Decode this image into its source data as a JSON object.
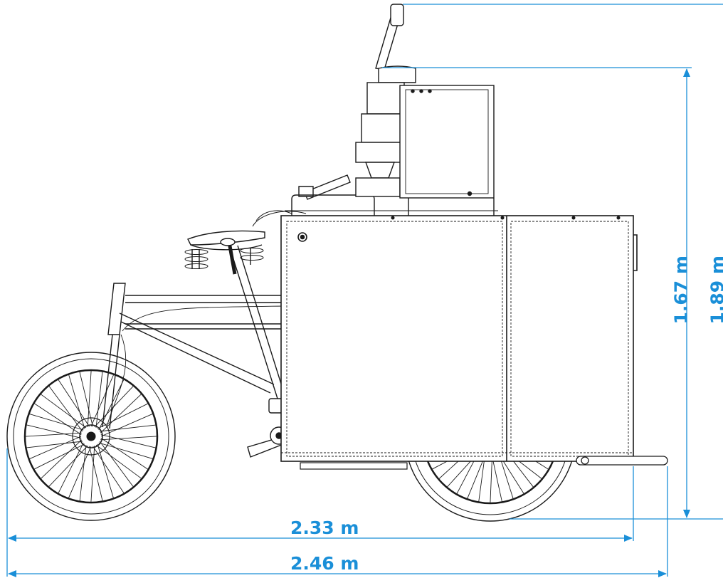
{
  "dimensions": {
    "length_inner": "2.33 m",
    "length_outer": "2.46 m",
    "height_inner": "1.67 m",
    "height_outer": "1.89 m"
  },
  "colors": {
    "dimension": "#1a8fd8",
    "line": "#1a1a1a",
    "background": "#ffffff"
  }
}
